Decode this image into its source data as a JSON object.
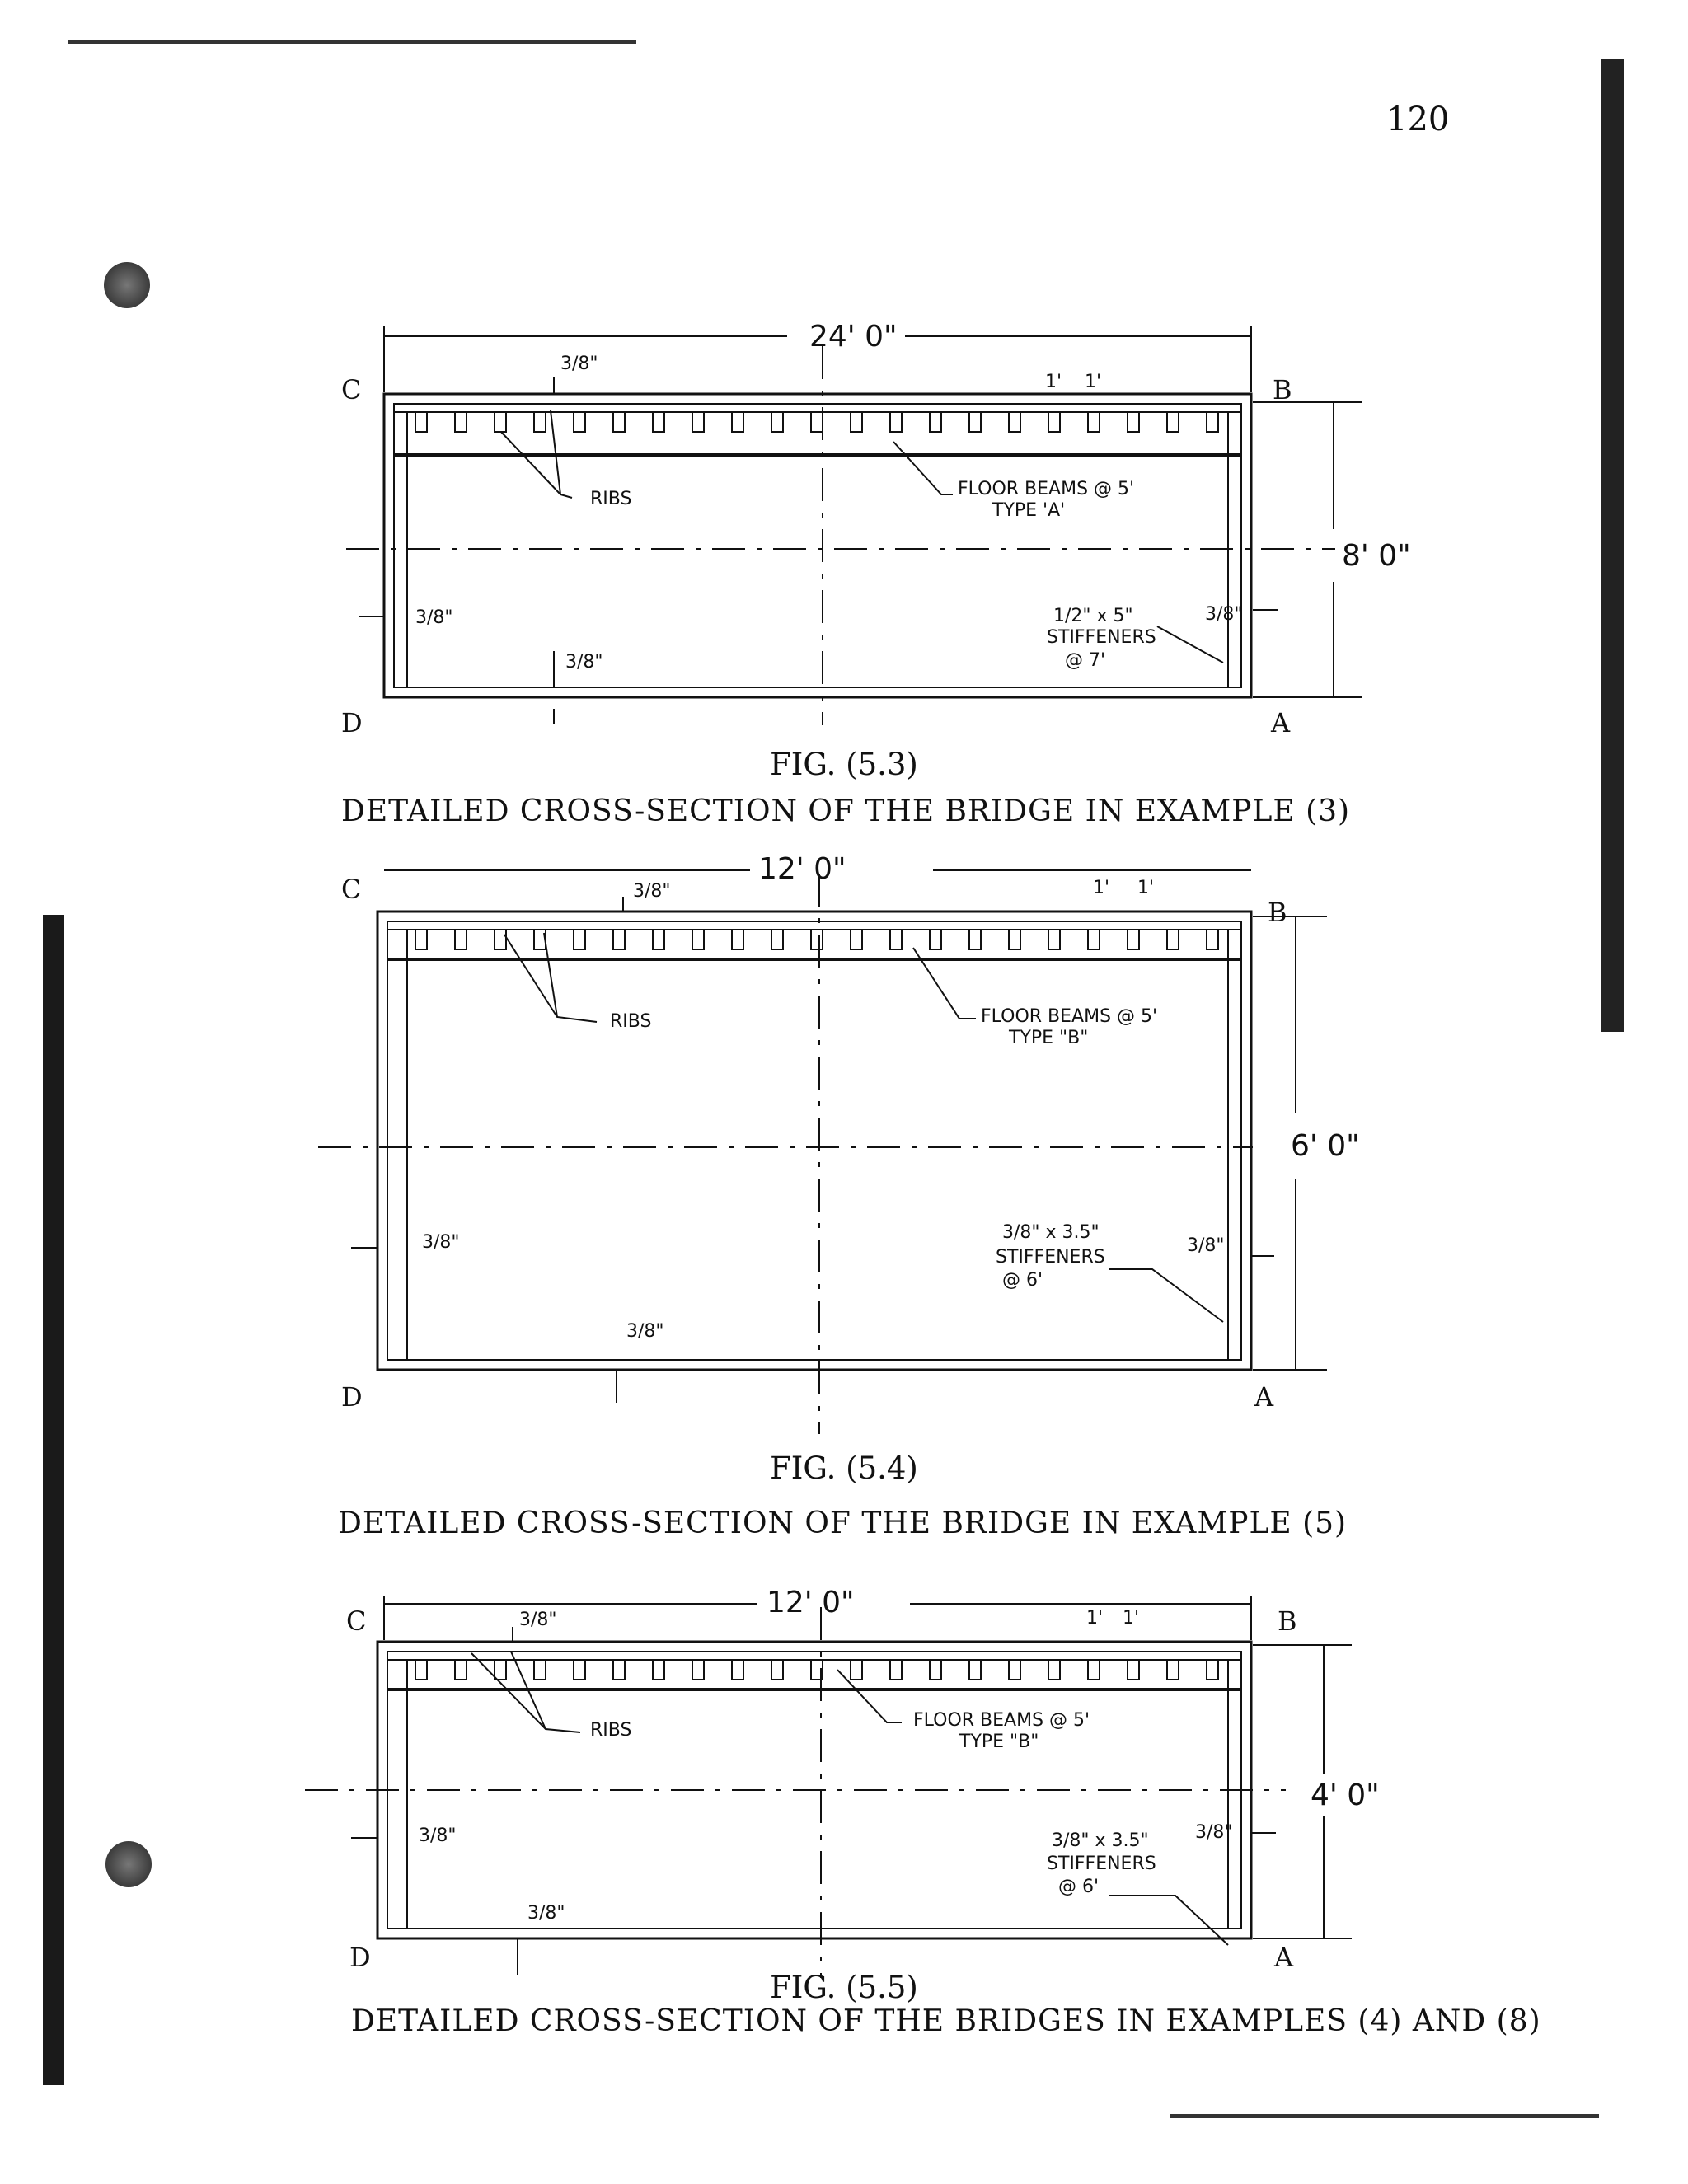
{
  "page_number": "120",
  "figures": [
    {
      "id": "fig-5-3",
      "caption": "FIG. (5.3)",
      "title": "DETAILED CROSS-SECTION OF THE BRIDGE IN EXAMPLE (3)",
      "width_dim": "24' 0\"",
      "height_dim": "8' 0\"",
      "rib_spacing": "1'",
      "top_plate": "3/8\"",
      "left_plate": "3/8\"",
      "right_plate": "3/8\"",
      "bottom_plate": "3/8\"",
      "ribs_label": "RIBS",
      "floor_beams": "FLOOR BEAMS @ 5'",
      "floor_type": "TYPE 'A'",
      "stiffener_size": "1/2\" x 5\"",
      "stiffener_label": "STIFFENERS",
      "stiffener_spacing": "@ 7'",
      "corners": {
        "tl": "C",
        "tr": "B",
        "bl": "D",
        "br": "A"
      }
    },
    {
      "id": "fig-5-4",
      "caption": "FIG. (5.4)",
      "title": "DETAILED CROSS-SECTION OF THE BRIDGE IN EXAMPLE (5)",
      "width_dim": "12' 0\"",
      "height_dim": "6' 0\"",
      "rib_spacing": "1'",
      "top_plate": "3/8\"",
      "left_plate": "3/8\"",
      "right_plate": "3/8\"",
      "bottom_plate": "3/8\"",
      "ribs_label": "RIBS",
      "floor_beams": "FLOOR BEAMS @ 5'",
      "floor_type": "TYPE \"B\"",
      "stiffener_size": "3/8\" x 3.5\"",
      "stiffener_label": "STIFFENERS",
      "stiffener_spacing": "@ 6'",
      "corners": {
        "tl": "C",
        "tr": "B",
        "bl": "D",
        "br": "A"
      }
    },
    {
      "id": "fig-5-5",
      "caption": "FIG. (5.5)",
      "title": "DETAILED CROSS-SECTION OF THE BRIDGES IN EXAMPLES (4) AND (8)",
      "width_dim": "12' 0\"",
      "height_dim": "4' 0\"",
      "rib_spacing": "1'",
      "top_plate": "3/8\"",
      "left_plate": "3/8\"",
      "right_plate": "3/8\"",
      "bottom_plate": "3/8\"",
      "ribs_label": "RIBS",
      "floor_beams": "FLOOR BEAMS @ 5'",
      "floor_type": "TYPE \"B\"",
      "stiffener_size": "3/8\" x 3.5\"",
      "stiffener_label": "STIFFENERS",
      "stiffener_spacing": "@ 6'",
      "corners": {
        "tl": "C",
        "tr": "B",
        "bl": "D",
        "br": "A"
      }
    }
  ]
}
